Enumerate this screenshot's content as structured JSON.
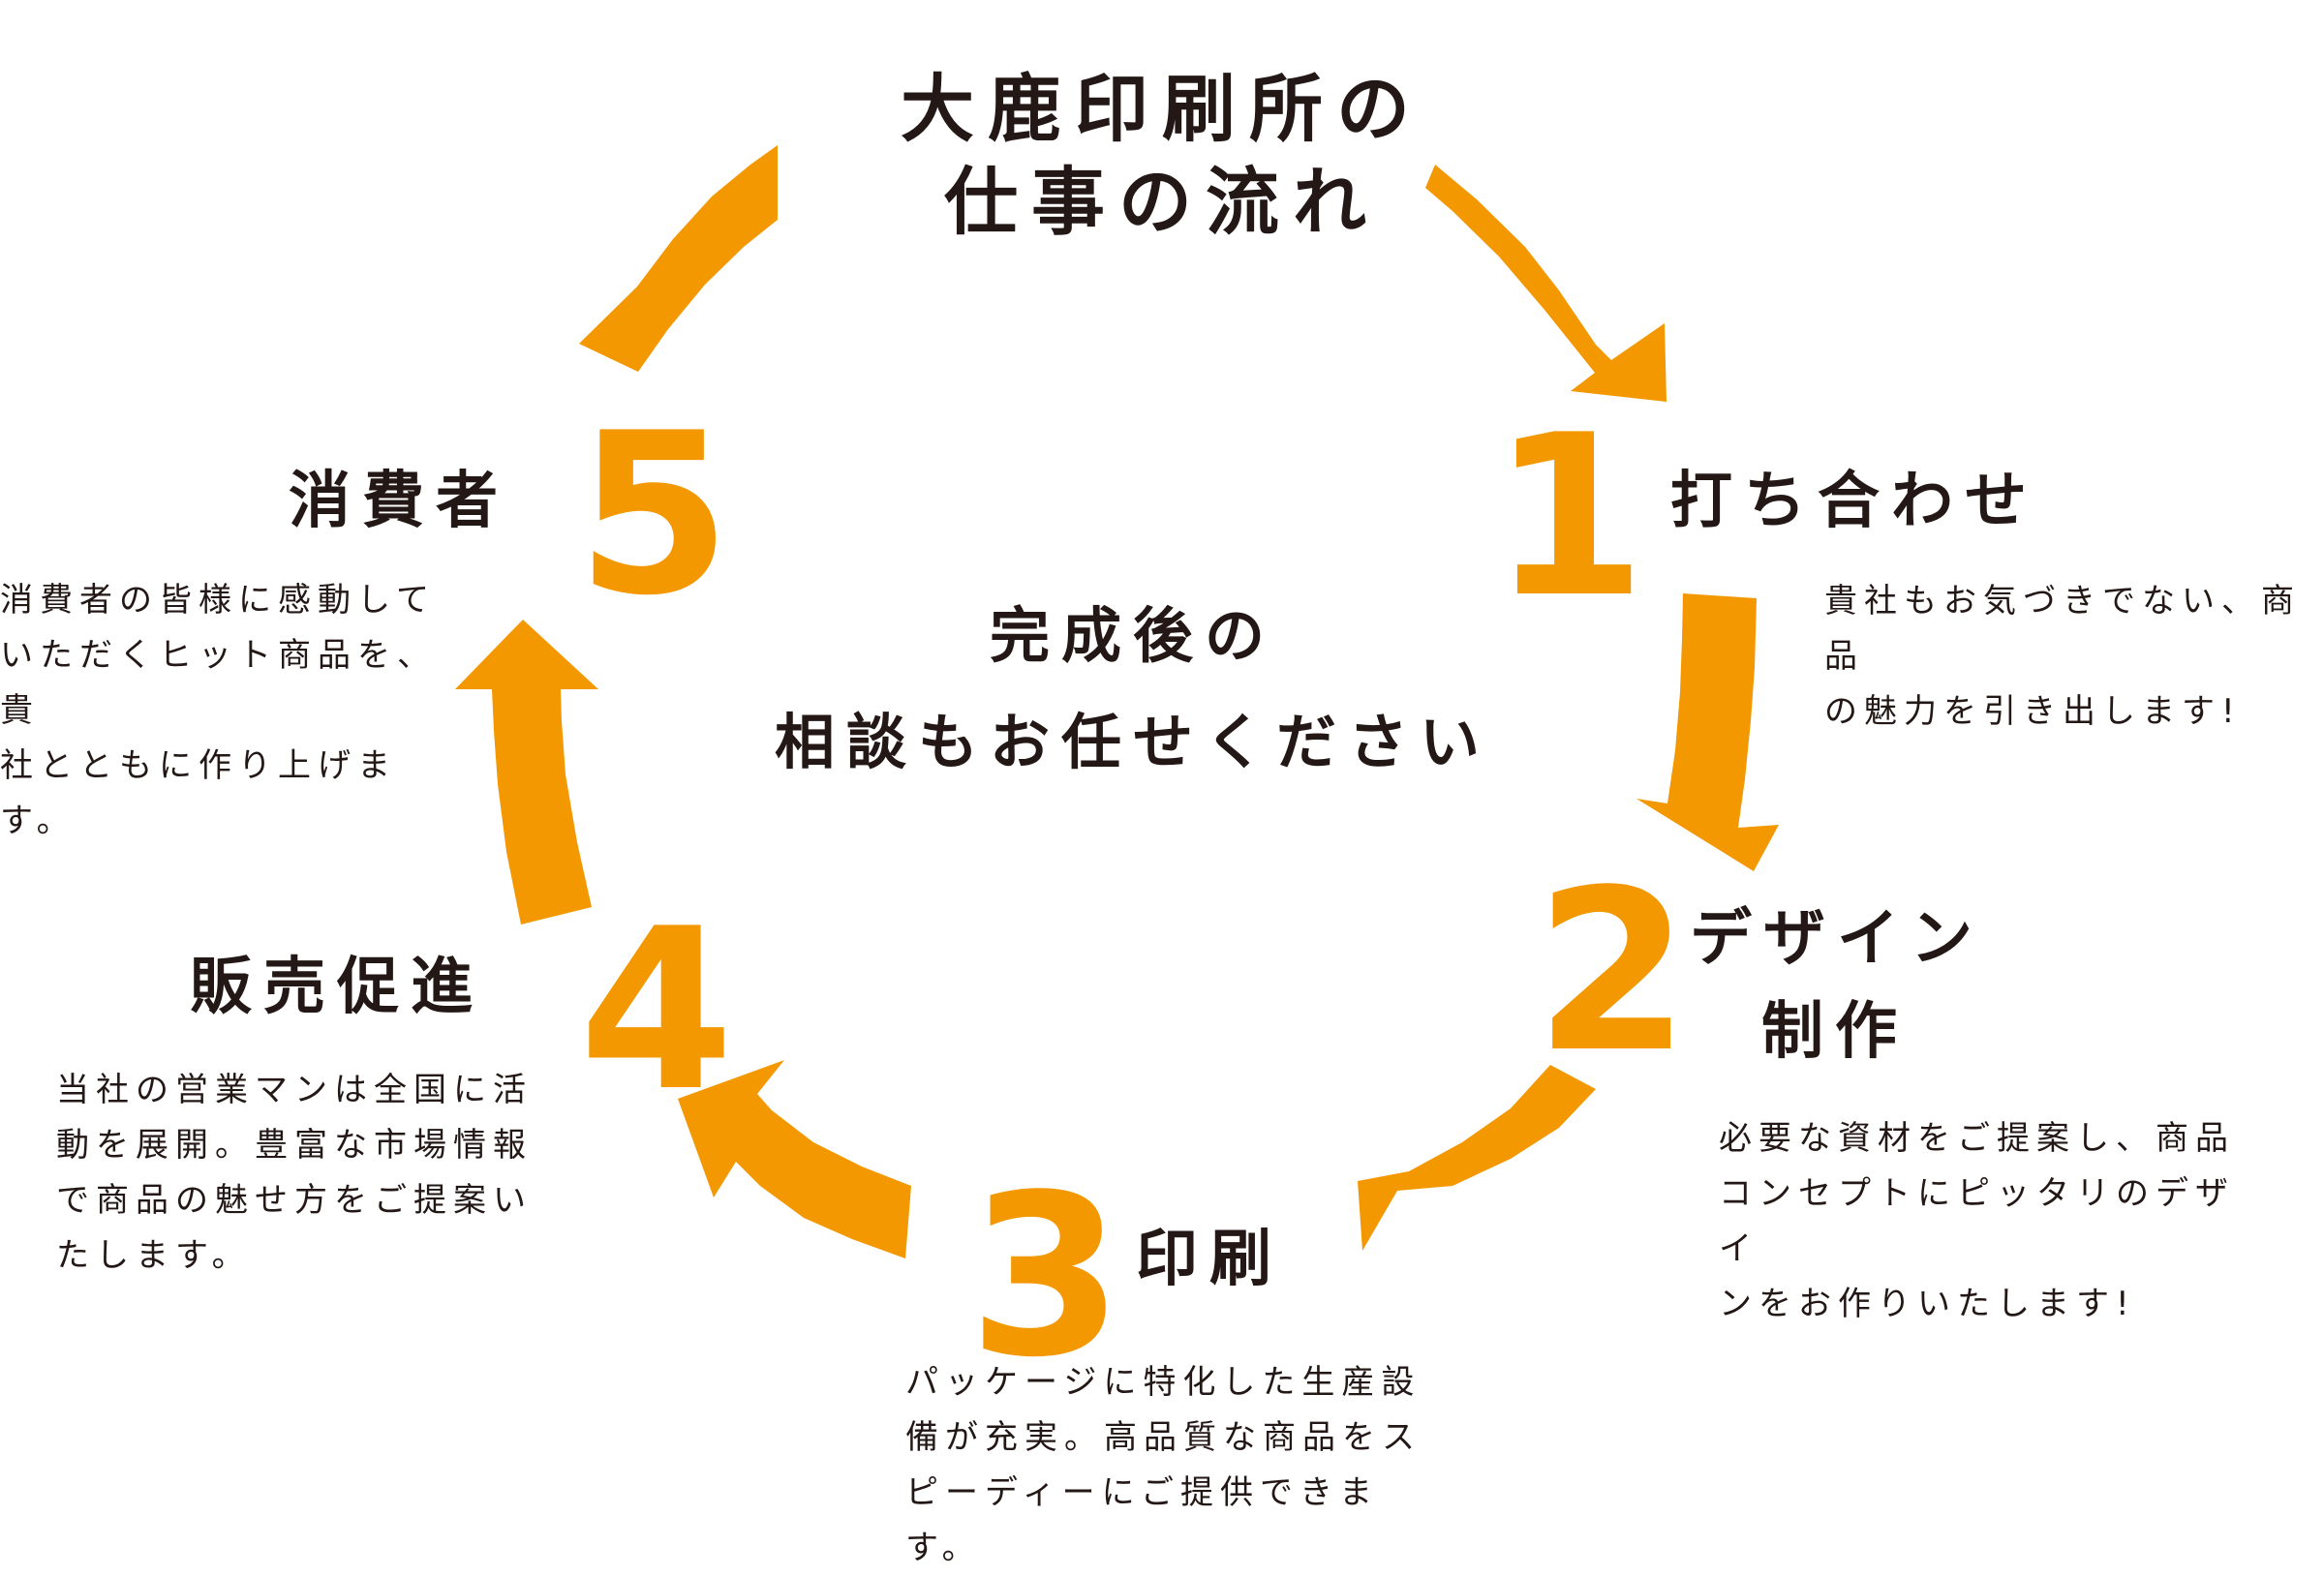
{
  "title": {
    "line1": "大鹿印刷所の",
    "line2": "仕事の流れ"
  },
  "center": {
    "line1": "完成後の",
    "line2": "相談もお任せください"
  },
  "accent_color": "#f39800",
  "steps": [
    {
      "number": "1",
      "title": "打ち合わせ",
      "desc": [
        "貴社もお気づきでない、商品",
        "の魅力を引き出します!"
      ]
    },
    {
      "number": "2",
      "title": [
        "デザイン",
        "制作"
      ],
      "desc": [
        "必要な資材をご提案し、商品",
        "コンセプトにピッタリのデザイ",
        "ンをお作りいたします!"
      ]
    },
    {
      "number": "3",
      "title": "印刷",
      "desc": [
        "パッケージに特化した生産設",
        "備が充実。高品質な商品をス",
        "ピーディーにご提供できます。"
      ]
    },
    {
      "number": "4",
      "title": "販売促進",
      "desc": [
        "当社の営業マンは全国に活",
        "動を展開。豊富な市場情報",
        "で商品の魅せ方をご提案い",
        "たします。"
      ]
    },
    {
      "number": "5",
      "title": "消費者",
      "desc": [
        "消費者の皆様に感動して",
        "いただくヒット商品を、貴",
        "社とともに作り上げます。"
      ]
    }
  ]
}
